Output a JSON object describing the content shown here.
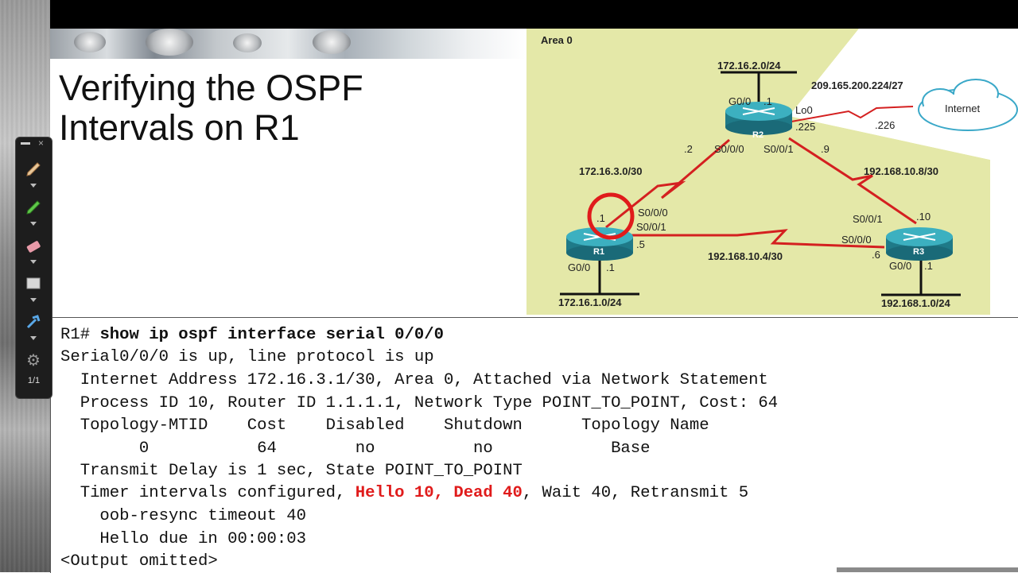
{
  "slide": {
    "title": "Verifying the OSPF\nIntervals on R1"
  },
  "toolbar": {
    "page_count": "1/1",
    "tools": [
      "pen-icon",
      "highlighter-icon",
      "eraser-icon",
      "screen-icon",
      "pointer-icon",
      "gear-icon"
    ]
  },
  "diagram": {
    "area_label": "Area 0",
    "r2_lan": "172.16.2.0/24",
    "r2_g00": "G0/0",
    "r2_g00_addr": ".1",
    "r2_name": "R2",
    "isp_net": "209.165.200.224/27",
    "lo0": "Lo0",
    "lo0_addr": ".225",
    "isp_addr": ".226",
    "internet": "Internet",
    "r2_s000_addr": ".2",
    "r2_s000": "S0/0/0",
    "r2_s001": "S0/0/1",
    "r2_s001_addr": ".9",
    "net_r1r2": "172.16.3.0/30",
    "net_r2r3": "192.168.10.8/30",
    "r1_s000_addr": ".1",
    "r1_s000": "S0/0/0",
    "r1_s001": "S0/0/1",
    "r1_s001_addr": ".5",
    "r1_name": "R1",
    "r1_g00": "G0/0",
    "r1_g00_addr": ".1",
    "r1_lan": "172.16.1.0/24",
    "net_r1r3": "192.168.10.4/30",
    "r3_s001": "S0/0/1",
    "r3_s001_addr": ".10",
    "r3_s000": "S0/0/0",
    "r3_s000_addr": ".6",
    "r3_name": "R3",
    "r3_g00": "G0/0",
    "r3_g00_addr": ".1",
    "r3_lan": "192.168.1.0/24"
  },
  "cli": {
    "prompt": "R1# ",
    "command": "show ip ospf interface serial 0/0/0",
    "line1": "Serial0/0/0 is up, line protocol is up",
    "line2": "  Internet Address 172.16.3.1/30, Area 0, Attached via Network Statement",
    "line3": "  Process ID 10, Router ID 1.1.1.1, Network Type POINT_TO_POINT, Cost: 64",
    "line4": "  Topology-MTID    Cost    Disabled    Shutdown      Topology Name",
    "line5": "        0           64        no          no            Base",
    "line6": "  Transmit Delay is 1 sec, State POINT_TO_POINT",
    "line7_pre": "  Timer intervals configured, ",
    "line7_hl": "Hello 10, Dead 40",
    "line7_post": ", Wait 40, Retransmit 5",
    "line8": "    oob-resync timeout 40",
    "line9": "    Hello due in 00:00:03",
    "line10": "<Output omitted>"
  },
  "colors": {
    "area_fill": "#e4e8a8",
    "link_red": "#d42020",
    "highlight": "#e01b1b",
    "router": "#2a8fa0"
  }
}
